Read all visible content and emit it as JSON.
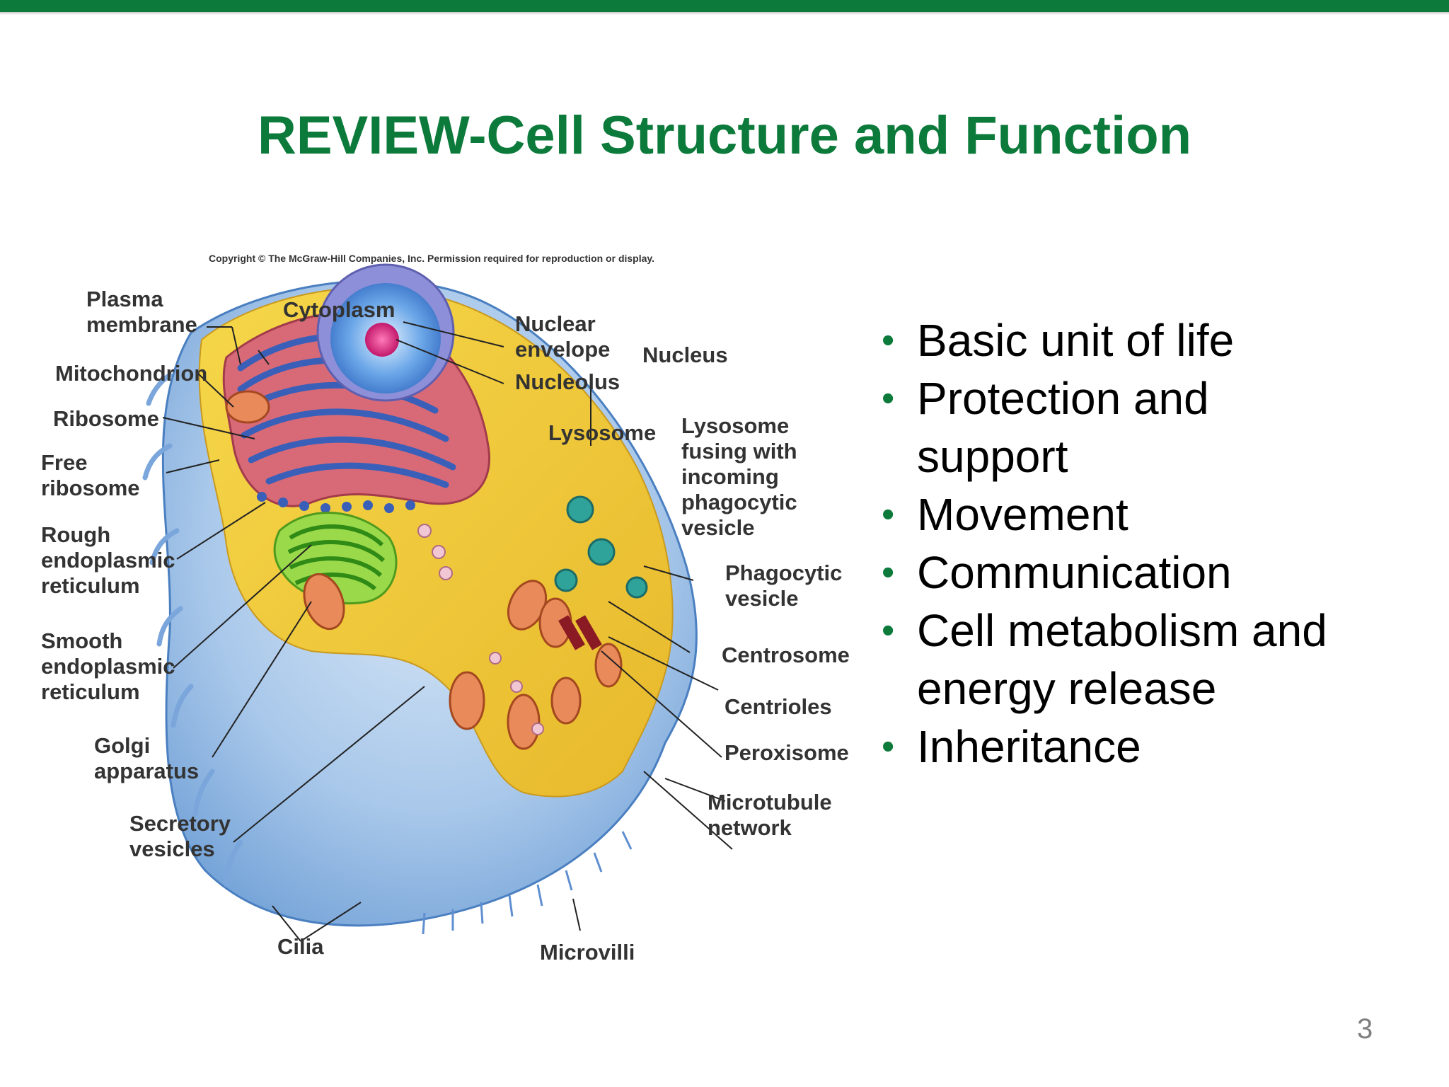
{
  "slide": {
    "title": "REVIEW-Cell Structure and Function",
    "page_number": "3"
  },
  "figure": {
    "copyright": "Copyright © The McGraw-Hill Companies, Inc. Permission required for reproduction or display.",
    "labels": {
      "plasma_membrane": "Plasma\nmembrane",
      "cytoplasm": "Cytoplasm",
      "nuclear_envelope": "Nuclear\nenvelope",
      "nucleolus": "Nucleolus",
      "nucleus": "Nucleus",
      "mitochondrion": "Mitochondrion",
      "ribosome": "Ribosome",
      "free_ribosome": "Free\nribosome",
      "rough_er": "Rough\nendoplasmic\nreticulum",
      "smooth_er": "Smooth\nendoplasmic\nreticulum",
      "golgi": "Golgi\napparatus",
      "secretory_vesicles": "Secretory\nvesicles",
      "cilia": "Cilia",
      "microvilli": "Microvilli",
      "lysosome": "Lysosome",
      "lysosome_fusing": "Lysosome\nfusing with\nincoming\nphagocytic\nvesicle",
      "phagocytic_vesicle": "Phagocytic\nvesicle",
      "centrosome": "Centrosome",
      "centrioles": "Centrioles",
      "peroxisome": "Peroxisome",
      "microtubule_network": "Microtubule\nnetwork"
    }
  },
  "bullets": [
    "Basic unit of life",
    "Protection and\nsupport",
    "Movement",
    "Communication",
    "Cell metabolism and\nenergy release",
    "Inheritance"
  ],
  "colors": {
    "accent_green": "#0b7a3a",
    "bullet_text": "#000000",
    "page_number": "#7f7f7f"
  }
}
